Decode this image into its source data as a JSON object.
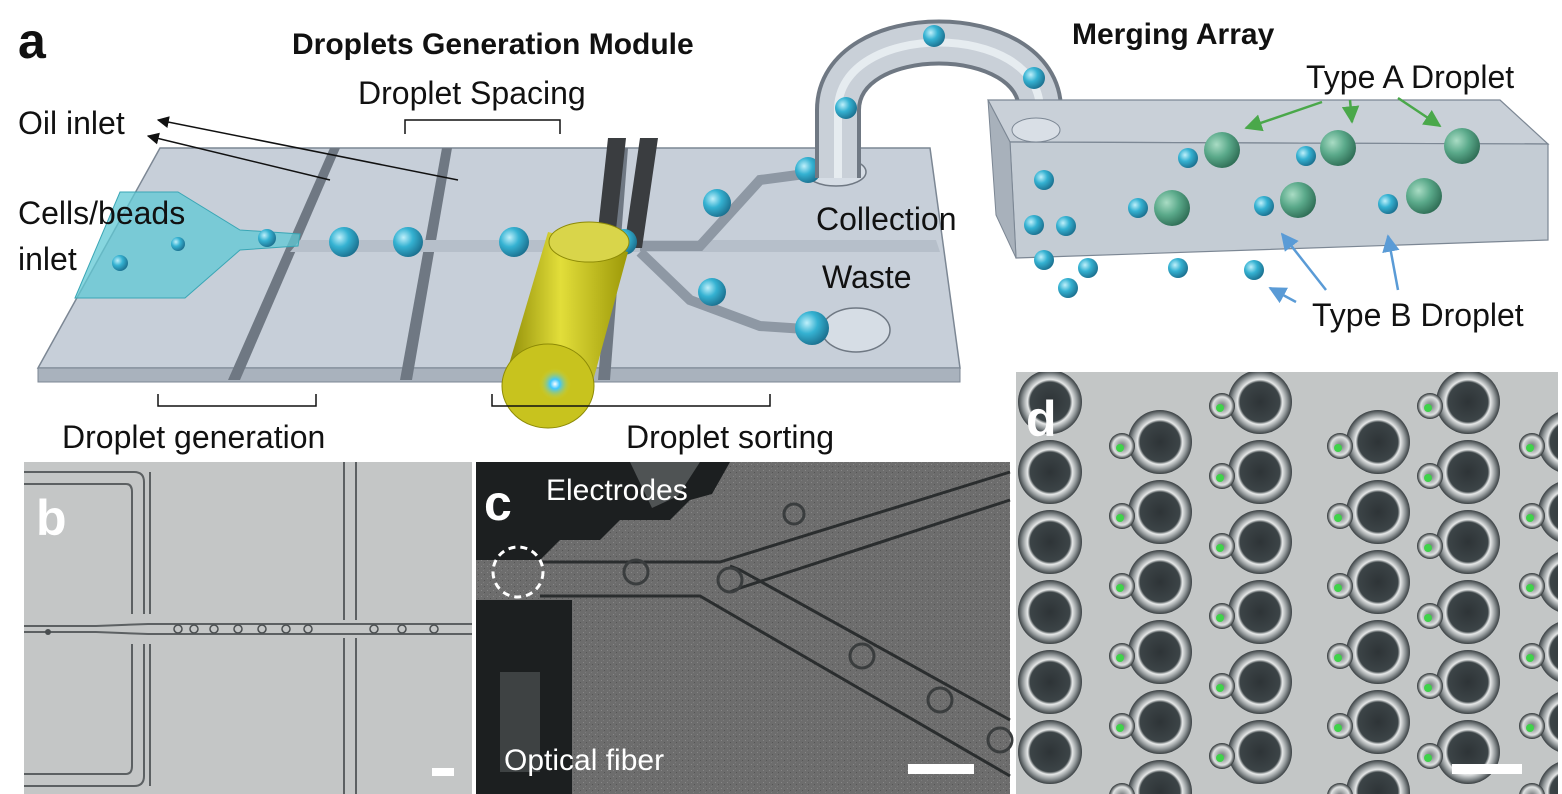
{
  "panel_a": {
    "letter": "a",
    "title_left": "Droplets Generation Module",
    "title_right": "Merging Array",
    "labels": {
      "droplet_spacing": "Droplet Spacing",
      "oil_inlet": "Oil inlet",
      "cells_beads": "Cells/beads",
      "inlet": "inlet",
      "collection": "Collection",
      "waste": "Waste",
      "type_a": "Type A Droplet",
      "type_b": "Type B Droplet",
      "droplet_generation": "Droplet generation",
      "droplet_sorting": "Droplet sorting"
    }
  },
  "panel_b": {
    "letter": "b"
  },
  "panel_c": {
    "letter": "c",
    "electrodes": "Electrodes",
    "optical_fiber": "Optical fiber"
  },
  "panel_d": {
    "letter": "d"
  },
  "colors": {
    "chip": "#c9d1db",
    "chip_edge": "#7f8a96",
    "cyan_inlet": "#5fc8d4",
    "droplet": "#2fa7c8",
    "green_droplet": "#4f9e7a",
    "fiber": "#c9c418",
    "arrow_green": "#4aa84a",
    "arrow_blue": "#5a9bd6"
  }
}
